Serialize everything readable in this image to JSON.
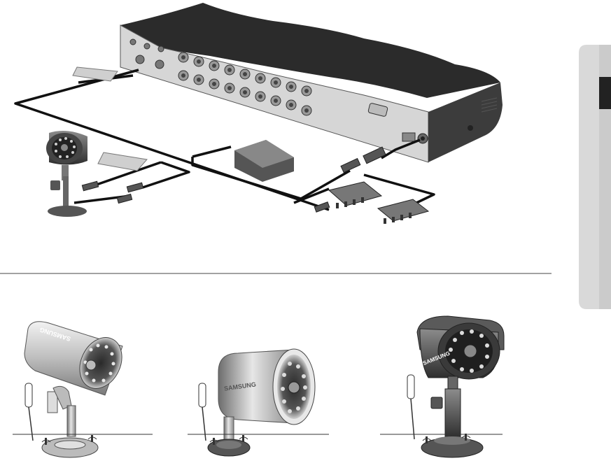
{
  "brand": {
    "camera_top": "SAMSUNG",
    "camera_1": "SAMSUNG",
    "camera_2": "SAMSUNG",
    "camera_3": "SAMSUNG"
  },
  "colors": {
    "tab_light": "#d9d9d9",
    "tab_dark": "#222222",
    "dvr_body": "#3a3a3a",
    "divider": "#444444"
  }
}
